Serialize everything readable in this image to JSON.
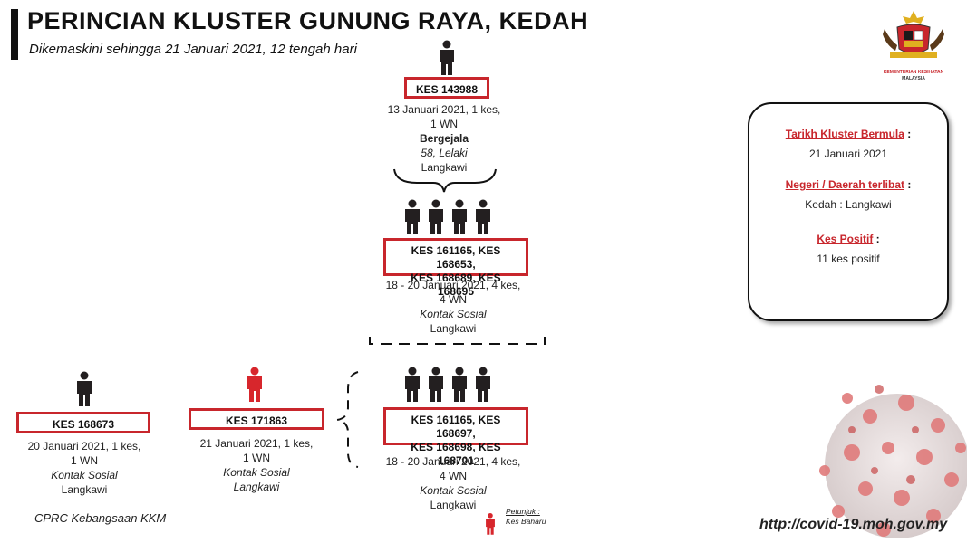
{
  "header": {
    "title": "PERINCIAN KLUSTER GUNUNG RAYA, KEDAH",
    "subtitle": "Dikemaskini sehingga 21 Januari 2021, 12 tengah hari"
  },
  "logo": {
    "text_line1": "KEMENTERIAN KESIHATAN",
    "text_line2": "MALAYSIA"
  },
  "index_case": {
    "box": "KES 143988",
    "line1": "13 Januari 2021, 1 kes,",
    "line2": "1 WN",
    "status": "Bergejala",
    "age_sex": "58, Lelaki",
    "location": "Langkawi"
  },
  "group1": {
    "box_line1": "KES 161165, KES 168653,",
    "box_line2": "KES 168689, KES 168695",
    "line1": "18 - 20 Januari 2021, 4 kes,",
    "line2": "4 WN",
    "type": "Kontak Sosial",
    "location": "Langkawi"
  },
  "group2": {
    "box_line1": "KES 161165, KES 168697,",
    "box_line2": "KES 168698, KES 168701",
    "line1": "18 - 20 Januari 2021, 4 kes,",
    "line2": "4 WN",
    "type": "Kontak Sosial",
    "location": "Langkawi"
  },
  "case_171863": {
    "box": "KES 171863",
    "line1": "21 Januari 2021, 1 kes,",
    "line2": "1 WN",
    "type": "Kontak Sosial",
    "location": "Langkawi"
  },
  "case_168673": {
    "box": "KES 168673",
    "line1": "20 Januari 2021, 1 kes,",
    "line2": "1 WN",
    "type": "Kontak Sosial",
    "location": "Langkawi"
  },
  "panel": {
    "start_label": "Tarikh Kluster Bermula",
    "start_value": "21 Januari 2021",
    "area_label": "Negeri / Daerah terlibat",
    "area_value": "Kedah : Langkawi",
    "positive_label": "Kes Positif",
    "positive_value": "11 kes positif",
    "colon": ":"
  },
  "legend": {
    "line1": "Petunjuk :",
    "line2": "Kes Baharu"
  },
  "footer": {
    "source": "CPRC Kebangsaan KKM",
    "url": "http://covid-19.moh.gov.my"
  },
  "colors": {
    "accent_red": "#c8262c",
    "person_dark": "#231f20",
    "new_case": "#d7262c"
  }
}
